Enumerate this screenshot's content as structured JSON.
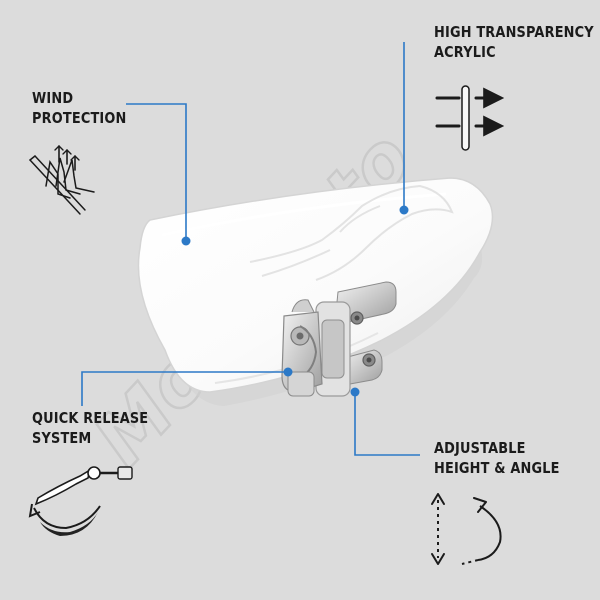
{
  "brand": {
    "watermark": "MotoMoto"
  },
  "colors": {
    "background": "#dcdcdc",
    "accent": "#2c79c7",
    "text": "#1b1b1b"
  },
  "callouts": {
    "wind": {
      "line1": "WIND",
      "line2": "PROTECTION",
      "icon": "wind-flow-icon"
    },
    "acrylic": {
      "line1": "HIGH TRANSPARENCY",
      "line2": "ACRYLIC",
      "icon": "light-pass-through-icon"
    },
    "quick_release": {
      "line1": "QUICK RELEASE",
      "line2": "SYSTEM",
      "icon": "quick-release-lever-icon"
    },
    "adjustable": {
      "line1": "ADJUSTABLE",
      "line2": "HEIGHT & ANGLE",
      "icon": "height-angle-arrows-icon"
    }
  }
}
